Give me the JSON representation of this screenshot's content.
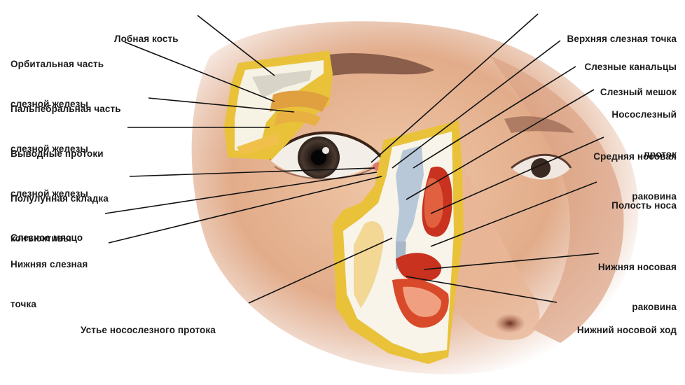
{
  "labels": {
    "frontal_bone": "Лобная кость",
    "orbital_gland": [
      "Орбитальная часть",
      "слезной железы"
    ],
    "palpebral_gland": [
      "Пальпебральная часть",
      "слезной железы"
    ],
    "excretory_ducts": [
      "Выводные протоки",
      "слезной железы"
    ],
    "semilunar_fold": [
      "Полулунная складка",
      "конъюктивы"
    ],
    "caruncle": "Слезное мясцо",
    "lower_punctum": [
      "Нижняя слезная",
      "точка"
    ],
    "duct_opening": "Устье носослезного протока",
    "upper_punctum": "Верхняя слезная точка",
    "canaliculi": "Слезные канальцы",
    "lacrimal_sac": "Слезный мешок",
    "nasolacrimal_duct": [
      "Носослезный",
      "проток"
    ],
    "middle_concha": [
      "Средняя носовая",
      "раковина"
    ],
    "nasal_cavity": "Полость носа",
    "inferior_concha": [
      "Нижняя носовая",
      "раковина"
    ],
    "inferior_meatus": "Нижний носовой ход"
  },
  "colors": {
    "skin": "#e8b898",
    "bone_yellow": "#e9c23a",
    "mucosa_red": "#c8321e",
    "duct_blue": "#b8c8d8",
    "leader_line": "#111111"
  }
}
